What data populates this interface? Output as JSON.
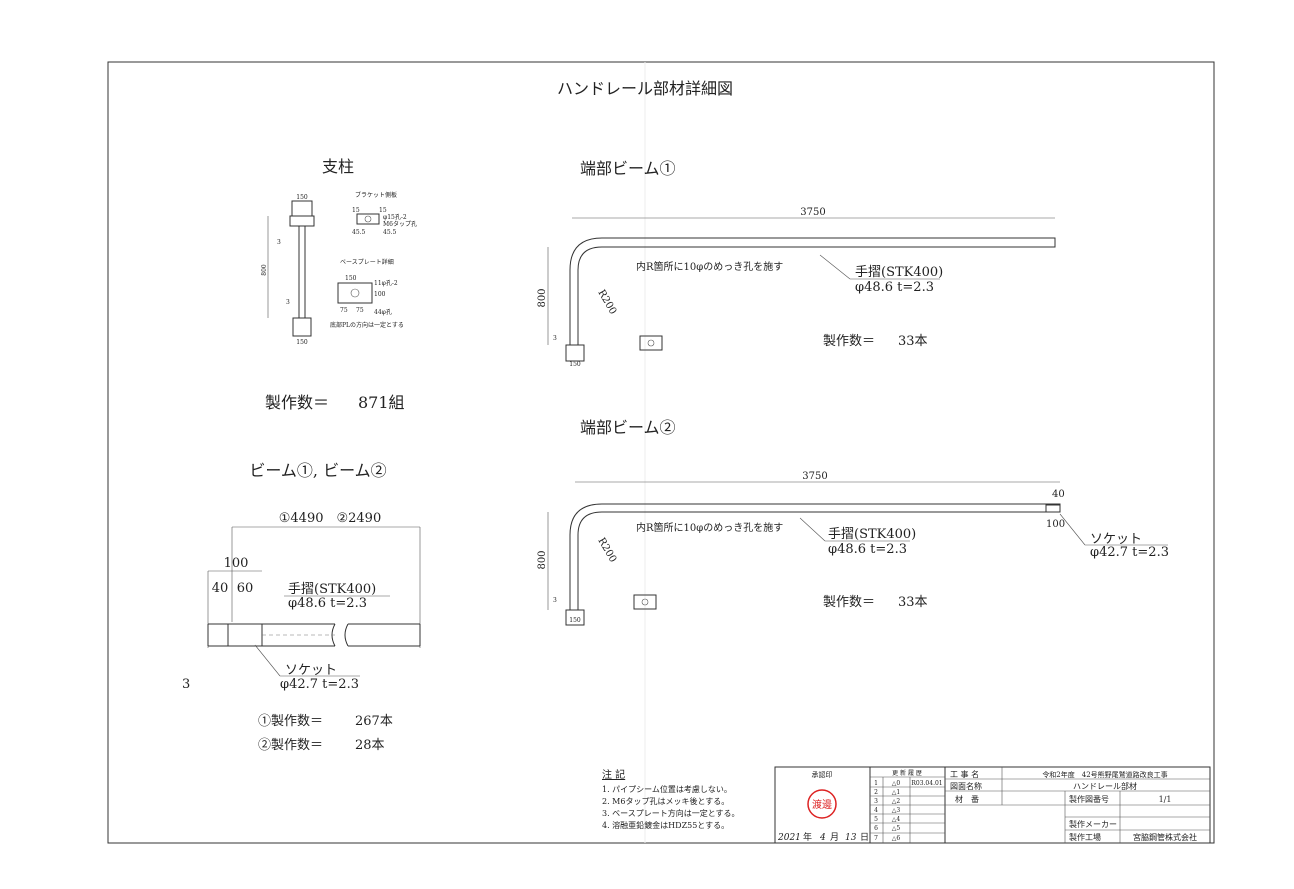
{
  "title": "ハンドレール部材詳細図",
  "post": {
    "heading": "支柱",
    "dims": {
      "top_width": "150",
      "height": "800",
      "base_width": "150",
      "weld": "3"
    },
    "bracket_title": "ブラケット側板",
    "bracket_dims": [
      "15",
      "15",
      "45.5",
      "45.5"
    ],
    "bracket_hole": "φ15孔-2",
    "bracket_tap": "M6タップ孔",
    "base_title": "ベースプレート詳細",
    "base_dims": [
      "150",
      "75",
      "75",
      "100"
    ],
    "base_hole": "11φ孔-2",
    "base_hole2": "44φ孔",
    "base_note": "底部PLの方向は一定とする",
    "count_label": "製作数＝",
    "count_value": "871組"
  },
  "beam": {
    "heading": "ビーム①, ビーム②",
    "length_label": "①4490　②2490",
    "dims": [
      "100",
      "40",
      "60"
    ],
    "rail_name": "手摺(STK400)",
    "rail_spec": "φ48.6  t=2.3",
    "socket_name": "ソケット",
    "socket_spec": "φ42.7  t=2.3",
    "weld": "3",
    "count1_label": "①製作数＝",
    "count1_value": "267本",
    "count2_label": "②製作数＝",
    "count2_value": "28本"
  },
  "end_beam1": {
    "heading": "端部ビーム①",
    "length": "3750",
    "height": "800",
    "radius": "R200",
    "hole_note": "内R箇所に10φのめっき孔を施す",
    "rail_name": "手摺(STK400)",
    "rail_spec": "φ48.6  t=2.3",
    "base_width": "150",
    "weld": "3",
    "count_label": "製作数＝",
    "count_value": "33本"
  },
  "end_beam2": {
    "heading": "端部ビーム②",
    "length": "3750",
    "height": "800",
    "radius": "R200",
    "hole_note": "内R箇所に10φのめっき孔を施す",
    "rail_name": "手摺(STK400)",
    "rail_spec": "φ48.6  t=2.3",
    "socket_dims": [
      "40",
      "100"
    ],
    "socket_name": "ソケット",
    "socket_spec": "φ42.7  t=2.3",
    "base_width": "150",
    "weld": "3",
    "count_label": "製作数＝",
    "count_value": "33本"
  },
  "notes": {
    "heading": "注 記",
    "items": [
      "1. パイプシーム位置は考慮しない。",
      "2. M6タップ孔はメッキ後とする。",
      "3. ベースプレート方向は一定とする。",
      "4. 溶融亜鉛鍍金はHDZ55とする。"
    ]
  },
  "title_block": {
    "approval_label": "承認印",
    "stamp": "渡邊",
    "date_year": "2021",
    "date_year_suffix": "年",
    "date_month": "4",
    "date_month_suffix": "月",
    "date_day": "13",
    "date_day_suffix": "日",
    "revision_header": "更 新 履 歴",
    "revisions": [
      {
        "no": "1",
        "mark": "△0",
        "date": "R03.04.01"
      },
      {
        "no": "2",
        "mark": "△1",
        "date": ""
      },
      {
        "no": "3",
        "mark": "△2",
        "date": ""
      },
      {
        "no": "4",
        "mark": "△3",
        "date": ""
      },
      {
        "no": "5",
        "mark": "△4",
        "date": ""
      },
      {
        "no": "6",
        "mark": "△5",
        "date": ""
      },
      {
        "no": "7",
        "mark": "△6",
        "date": ""
      }
    ],
    "project_label": "工 事 名",
    "project_value": "令和2年度　42号熊野尾鷲道路改良工事",
    "drawing_name_label": "図面名称",
    "drawing_name_value": "ハンドレール部材",
    "material_no_label": "材　番",
    "drawing_no_label": "製作図番号",
    "drawing_no_value": "1/1",
    "maker_label": "製作メーカー",
    "factory_label": "製作工場",
    "factory_value": "宮脇鋼管株式会社"
  }
}
